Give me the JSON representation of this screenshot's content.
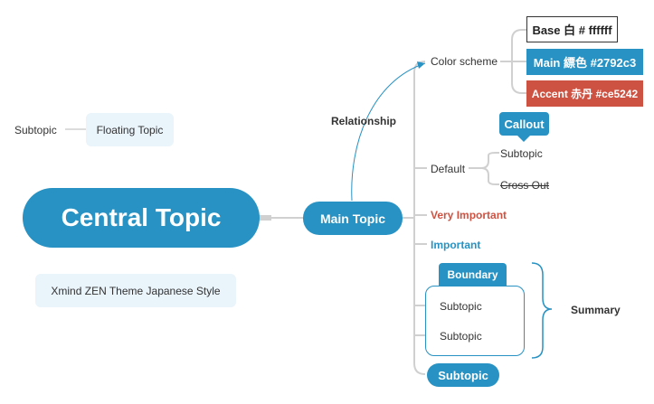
{
  "colors": {
    "main": "#2792c3",
    "accent": "#ce5242",
    "base": "#ffffff",
    "light_fill": "#eaf4fb",
    "line": "#d0d0d0"
  },
  "central_topic": "Central Topic",
  "main_topic": "Main Topic",
  "relationship_label": "Relationship",
  "floating": {
    "subtopic": "Subtopic",
    "topic": "Floating Topic"
  },
  "note": "Xmind ZEN Theme Japanese Style",
  "color_scheme": {
    "label": "Color scheme",
    "swatches": [
      {
        "label": "Base 白 # ffffff",
        "color": "#ffffff"
      },
      {
        "label": "Main 縹色 #2792c3",
        "color": "#2792c3"
      },
      {
        "label": "Accent 赤丹 #ce5242",
        "color": "#ce5242"
      }
    ]
  },
  "default_branch": {
    "label": "Default",
    "callout": "Callout",
    "subtopic": "Subtopic",
    "cross_out": "Cross Out"
  },
  "very_important": "Very Important",
  "important": "Important",
  "boundary": {
    "label": "Boundary",
    "items": [
      "Subtopic",
      "Subtopic"
    ]
  },
  "summary": "Summary",
  "bottom_subtopic": "Subtopic"
}
